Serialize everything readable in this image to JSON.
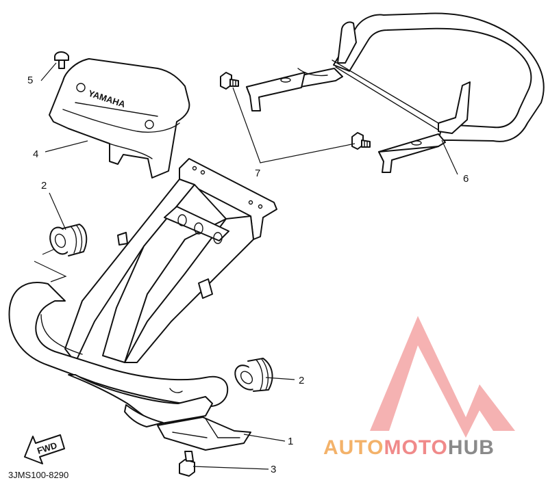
{
  "callouts": [
    {
      "id": "1",
      "label": "1"
    },
    {
      "id": "2a",
      "label": "2"
    },
    {
      "id": "2b",
      "label": "2"
    },
    {
      "id": "3",
      "label": "3"
    },
    {
      "id": "4",
      "label": "4"
    },
    {
      "id": "5",
      "label": "5"
    },
    {
      "id": "6",
      "label": "6"
    },
    {
      "id": "7",
      "label": "7"
    }
  ],
  "diagram_code": "3JMS100-8290",
  "fwd_label": "FWD",
  "cover_brand": "YAMAHA",
  "watermark": {
    "part1": "AUTO",
    "part2": "MOTO",
    "part3": "HUB",
    "color1": "#f3b26a",
    "color2": "#f08a8a",
    "color3": "#8a8a8a",
    "triangle_color": "#f4a5a5"
  }
}
